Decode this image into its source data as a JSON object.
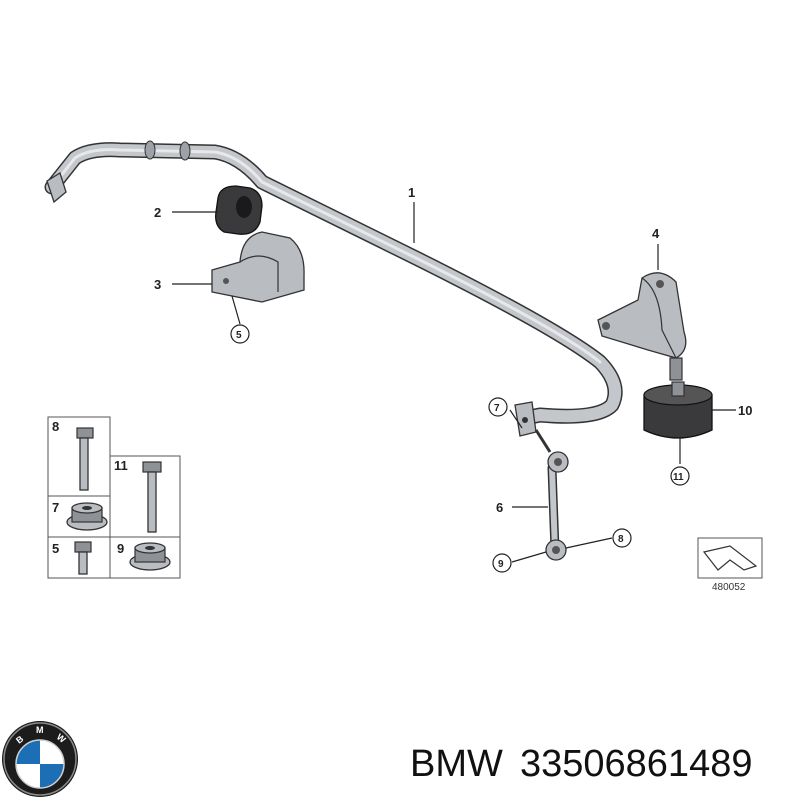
{
  "callouts": {
    "p1": "1",
    "p2": "2",
    "p3": "3",
    "p4": "4",
    "p5": "5",
    "p6": "6",
    "p7": "7",
    "p8": "8",
    "p9": "9",
    "p10": "10",
    "p11": "11"
  },
  "legend": {
    "c8": "8",
    "c11": "11",
    "c7": "7",
    "c5": "5",
    "c9": "9"
  },
  "reference_number": "480052",
  "footer": {
    "brand": "BMW",
    "part_number": "33506861489"
  },
  "logo": {
    "letters": "BMW",
    "ring_color": "#1c1c1c",
    "quarter_blue": "#1d6fb5"
  },
  "icons": [
    "stabilizer-bar-icon",
    "rubber-mounting-icon",
    "bracket-icon",
    "link-rod-icon",
    "bolt-icon",
    "nut-icon",
    "bmw-logo-icon",
    "arrow-icon"
  ]
}
